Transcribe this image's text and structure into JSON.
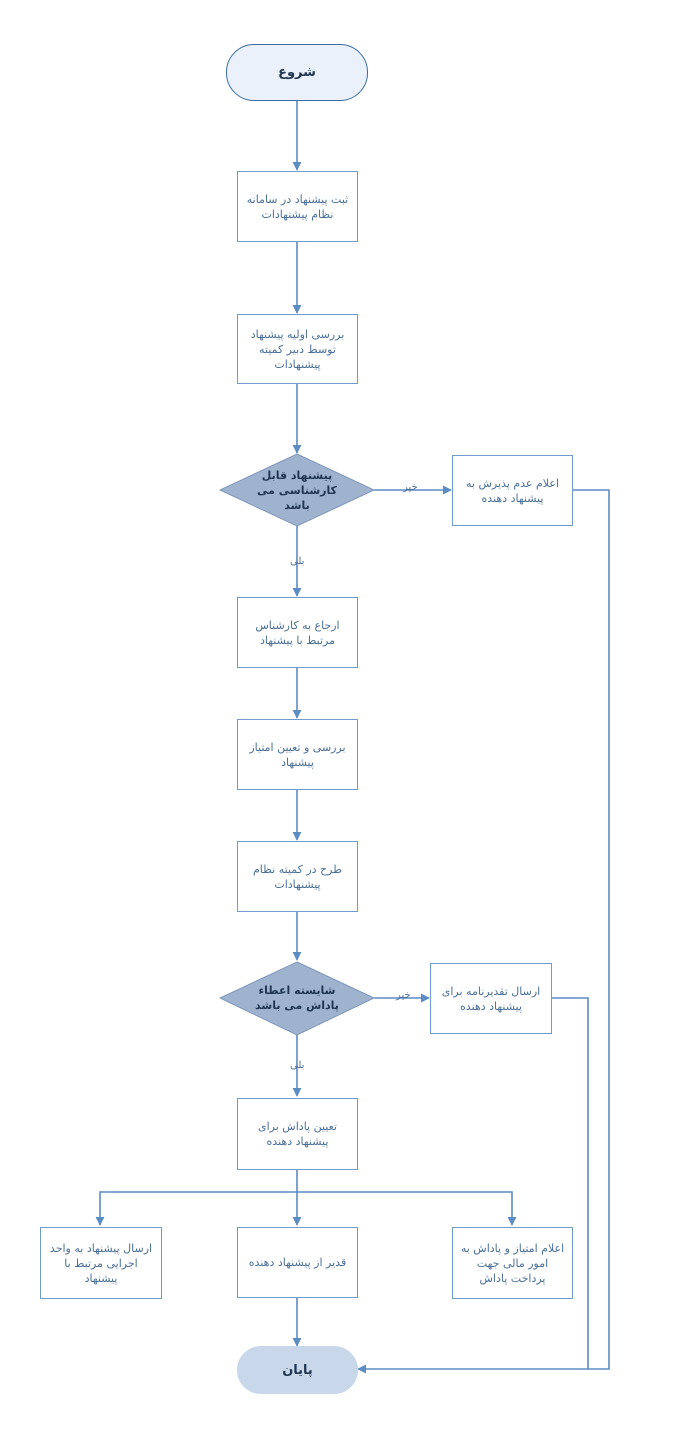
{
  "nodes": {
    "start": "شروع",
    "register": "ثبت پیشنهاد در سامانه نظام پیشنهادات",
    "initial_review": "بررسی اولیه پیشنهاد توسط دبیر کمیته پیشنهادات",
    "decision_expert": "پیشنهاد قابل کارشناسی می باشد",
    "reject_notice": "اعلام عدم پذیرش به پیشنهاد دهنده",
    "refer_expert": "ارجاع به کارشناس مرتبط با پیشنهاد",
    "review_score": "بررسی و تعیین امتیاز پیشنهاد",
    "committee": "طرح در کمیته نظام پیشنهادات",
    "decision_reward": "شایسته اعطاء پاداش می باشد",
    "appreciation_letter": "ارسال تقدیرنامه برای پیشنهاد دهنده",
    "set_reward": "تعیین پاداش برای پیشنهاد دهنده",
    "send_executive": "ارسال پیشنهاد به واحد اجرایی مرتبط با پیشنهاد",
    "thank_proposer": "قدیر از پیشنهاد دهنده",
    "notify_finance": "اعلام امتیاز و پاداش به امور مالی جهت پرداخت پاداش",
    "end": "پایان"
  },
  "edge_labels": {
    "no_1": "خیر",
    "yes_1": "بلی",
    "no_2": "خیر",
    "yes_2": "بلی"
  },
  "colors": {
    "line": "#5b8cc4",
    "box_border": "#6f9ccc",
    "diamond_fill": "#9fb3cf",
    "diamond_border": "#7f97bb",
    "start_fill": "#eaf1fa",
    "end_fill": "#c9d7ea",
    "text": "#4a6f96"
  }
}
